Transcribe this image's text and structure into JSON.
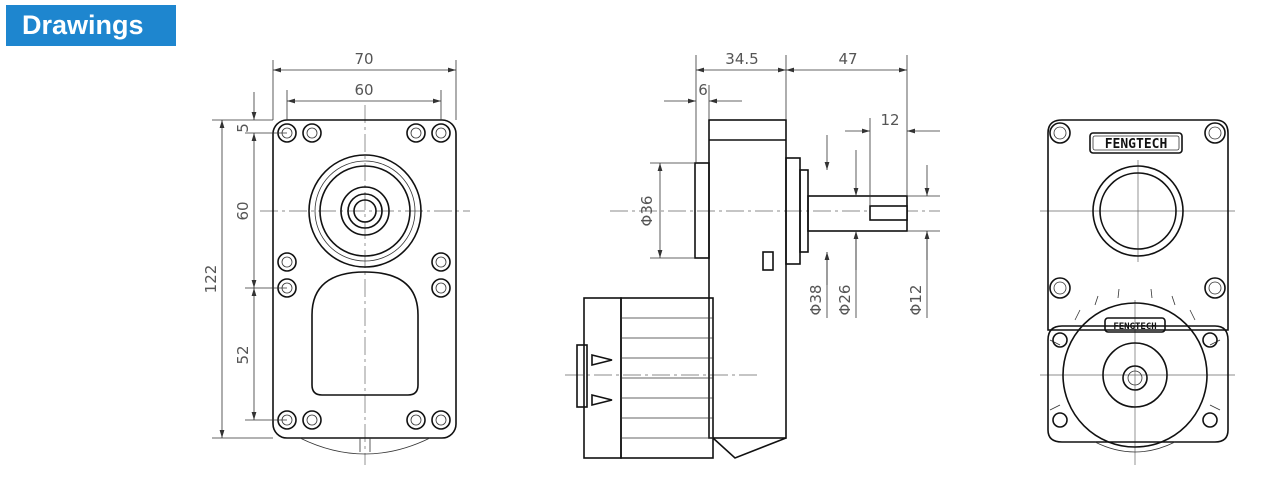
{
  "header": {
    "title": "Drawings"
  },
  "colors": {
    "accent": "#1e86cf",
    "line": "#111111",
    "dimension": "#555555"
  },
  "front_view": {
    "dims": {
      "width_outer": "70",
      "width_inner": "60",
      "top_offset": "5",
      "upper_height": "60",
      "total_height": "122",
      "lower_height": "52"
    }
  },
  "side_view": {
    "dims": {
      "housing_depth": "34.5",
      "shaft_length": "47",
      "flange_step": "6",
      "key_length": "12",
      "pilot_dia": "Φ36",
      "boss_dia": "Φ38",
      "hub_dia": "Φ26",
      "shaft_dia": "Φ12"
    }
  },
  "back_view": {
    "brand_label_top": "FENGTECH",
    "brand_label_motor": "FENGTECH"
  }
}
